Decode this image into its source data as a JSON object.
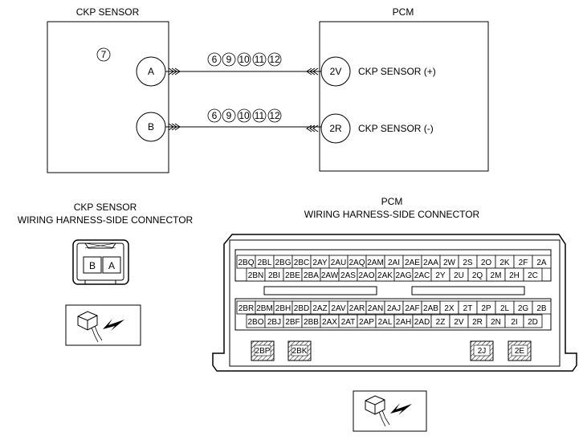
{
  "wiring": {
    "ckp_title": "CKP SENSOR",
    "pcm_title": "PCM",
    "ckp_connector_ref": "7",
    "terminals": [
      {
        "sensor_pin": "A",
        "pcm_pin": "2V",
        "signal": "CKP SENSOR (+)",
        "harness_refs": [
          "6",
          "9",
          "10",
          "11",
          "12"
        ]
      },
      {
        "sensor_pin": "B",
        "pcm_pin": "2R",
        "signal": "CKP SENSOR (-)",
        "harness_refs": [
          "6",
          "9",
          "10",
          "11",
          "12"
        ]
      }
    ]
  },
  "ckp_connector": {
    "title_line1": "CKP SENSOR",
    "title_line2": "WIRING HARNESS-SIDE CONNECTOR",
    "pins": [
      "B",
      "A"
    ]
  },
  "pcm_connector": {
    "title_line1": "PCM",
    "title_line2": "WIRING HARNESS-SIDE CONNECTOR",
    "rows": [
      [
        "2BQ",
        "2BL",
        "2BG",
        "2BC",
        "2AY",
        "2AU",
        "2AQ",
        "2AM",
        "2AI",
        "2AE",
        "2AA",
        "2W",
        "2S",
        "2O",
        "2K",
        "2F",
        "2A"
      ],
      [
        "2BN",
        "2BI",
        "2BE",
        "2BA",
        "2AW",
        "2AS",
        "2AO",
        "2AK",
        "2AG",
        "2AC",
        "2Y",
        "2U",
        "2Q",
        "2M",
        "2H",
        "2C"
      ],
      [
        "2BR",
        "2BM",
        "2BH",
        "2BD",
        "2AZ",
        "2AV",
        "2AR",
        "2AN",
        "2AJ",
        "2AF",
        "2AB",
        "2X",
        "2T",
        "2P",
        "2L",
        "2G",
        "2B"
      ],
      [
        "2BO",
        "2BJ",
        "2BF",
        "2BB",
        "2AX",
        "2AT",
        "2AP",
        "2AL",
        "2AH",
        "2AD",
        "2Z",
        "2V",
        "2R",
        "2N",
        "2I",
        "2D"
      ]
    ],
    "ground_pins": [
      "2BP",
      "2BK",
      "2J",
      "2E"
    ]
  }
}
